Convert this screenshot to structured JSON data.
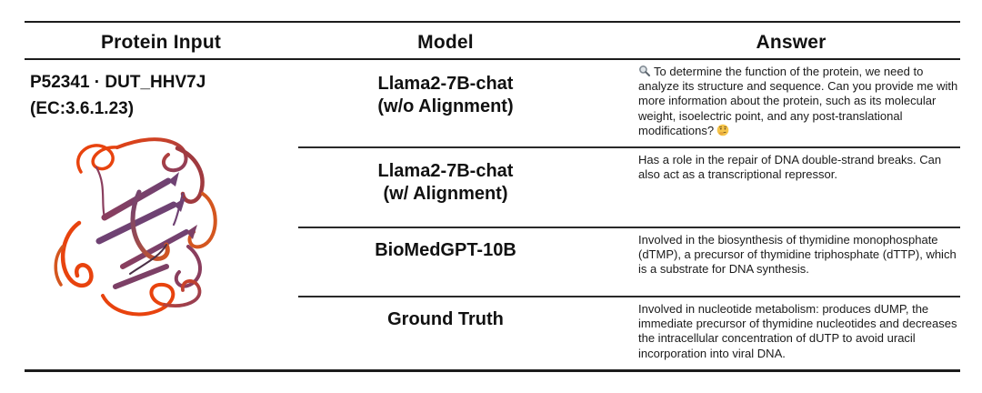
{
  "header": {
    "col1": "Protein Input",
    "col2": "Model",
    "col3": "Answer"
  },
  "protein": {
    "accession": "P52341 · DUT_HHV7J",
    "ec": "(EC:3.6.1.23)",
    "structure_icon": "protein-ribbon-diagram",
    "ribbon_palette": [
      "#e8430e",
      "#d4561f",
      "#a03a3f",
      "#8a3e5e",
      "#6f4273"
    ]
  },
  "rows": [
    {
      "model_line1": "Llama2-7B-chat",
      "model_line2": "(w/o Alignment)",
      "leading_icon": "magnifying-glass-emoji",
      "answer": "To determine the function of the protein, we need to analyze its structure and sequence. Can you provide me with more information about the protein, such as its molecular weight, isoelectric point, and any post-translational modifications?",
      "trailing_icon": "thinking-face-emoji"
    },
    {
      "model_line1": "Llama2-7B-chat",
      "model_line2": "(w/ Alignment)",
      "answer": "Has a role in the repair of DNA double-strand breaks. Can also act as a transcriptional repressor."
    },
    {
      "model_line1": "BioMedGPT-10B",
      "model_line2": "",
      "answer": "Involved in the biosynthesis of thymidine monophosphate (dTMP), a precursor of thymidine triphosphate (dTTP), which is a substrate for DNA synthesis."
    },
    {
      "model_line1": "Ground Truth",
      "model_line2": "",
      "answer": "Involved in nucleotide metabolism: produces dUMP, the immediate precursor of thymidine nucleotides and decreases the intracellular concentration of dUTP to avoid uracil incorporation into viral DNA."
    }
  ]
}
